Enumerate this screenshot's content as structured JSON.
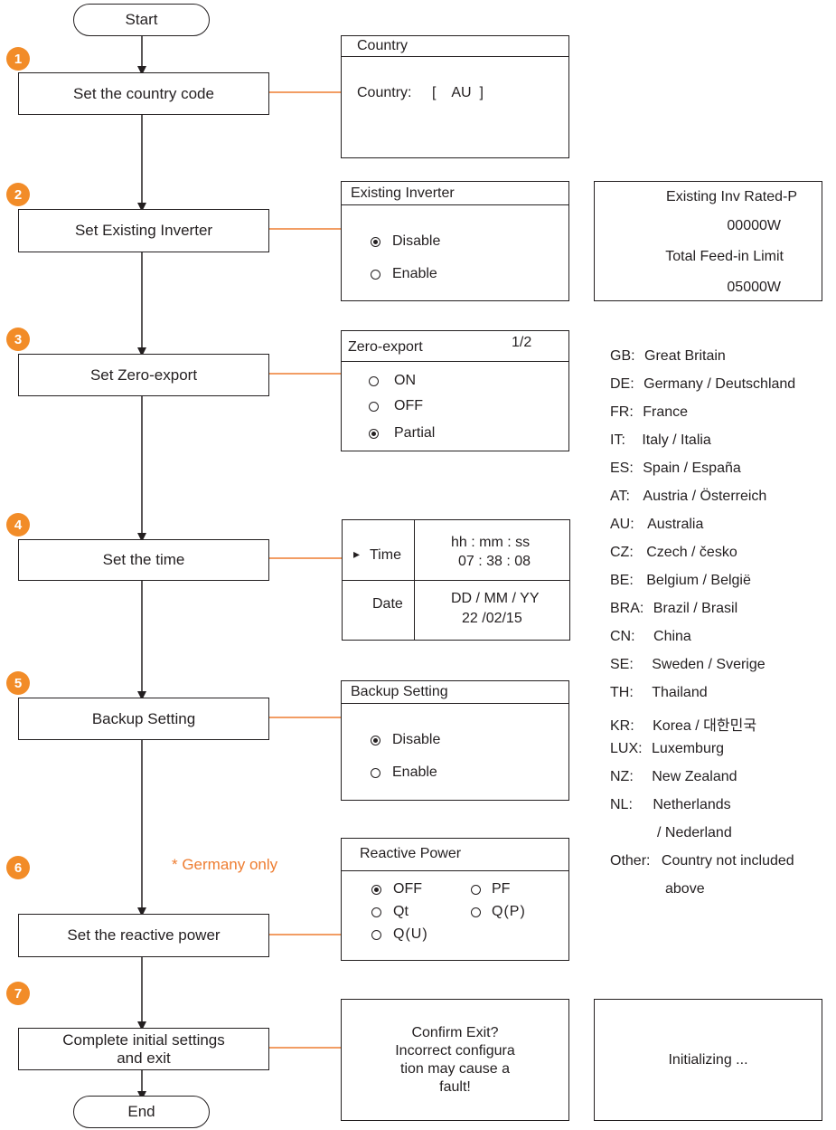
{
  "start_label": "Start",
  "end_label": "End",
  "steps": [
    {
      "num": "1",
      "label": "Set the country code"
    },
    {
      "num": "2",
      "label": "Set Existing Inverter"
    },
    {
      "num": "3",
      "label": "Set Zero-export"
    },
    {
      "num": "4",
      "label": "Set the time"
    },
    {
      "num": "5",
      "label": "Backup Setting"
    },
    {
      "num": "6",
      "label": "Set the reactive power"
    },
    {
      "num": "7",
      "label": "Complete initial settings\nand exit"
    }
  ],
  "note": "* Germany only",
  "screens": {
    "country": {
      "title": "Country",
      "label": "Country:",
      "value": "[    AU  ]"
    },
    "existing_inverter": {
      "title": "Existing Inverter",
      "opt1": "Disable",
      "opt2": "Enable"
    },
    "existing_inv_detail": {
      "line1": "Existing Inv Rated-P",
      "line2": "00000W",
      "line3": "Total Feed-in Limit",
      "line4": "05000W"
    },
    "zero_export": {
      "title": "Zero-export",
      "page": "1/2",
      "opt1": "ON",
      "opt2": "OFF",
      "opt3": "Partial"
    },
    "time": {
      "pointer": "▸",
      "time_label": "Time",
      "time_format": "hh : mm : ss",
      "time_value": "07 : 38 : 08",
      "date_label": "Date",
      "date_format": "DD / MM / YY",
      "date_value": "22 /02/15"
    },
    "backup": {
      "title": "Backup Setting",
      "opt1": "Disable",
      "opt2": "Enable"
    },
    "reactive": {
      "title": "Reactive Power",
      "opt_off": "OFF",
      "opt_pf": "PF",
      "opt_qt": "Qt",
      "opt_qp": "Q(P)",
      "opt_qu": "Q(U)"
    },
    "confirm": {
      "text": "Confirm Exit?\nIncorrect configura\n tion may cause a\nfault!"
    },
    "initializing": {
      "text": "Initializing ..."
    }
  },
  "countries": [
    {
      "code": "GB:",
      "name": "Great Britain"
    },
    {
      "code": "DE:",
      "name": "Germany / Deutschland"
    },
    {
      "code": "FR:",
      "name": "France"
    },
    {
      "code": "IT:",
      "name": "Italy / Italia"
    },
    {
      "code": "ES:",
      "name": "Spain / España"
    },
    {
      "code": "AT:",
      "name": "Austria / Österreich"
    },
    {
      "code": "AU:",
      "name": "Australia"
    },
    {
      "code": "CZ:",
      "name": "Czech / česko"
    },
    {
      "code": "BE:",
      "name": "Belgium / België"
    },
    {
      "code": "BRA:",
      "name": "Brazil / Brasil"
    },
    {
      "code": "CN:",
      "name": "China"
    },
    {
      "code": "SE:",
      "name": "Sweden / Sverige"
    },
    {
      "code": "TH:",
      "name": "Thailand"
    },
    {
      "code": "KR:",
      "name": "Korea / 대한민국"
    },
    {
      "code": "LUX:",
      "name": "Luxemburg"
    },
    {
      "code": "NZ:",
      "name": "New Zealand"
    },
    {
      "code": "NL:",
      "name": "Netherlands"
    },
    {
      "code": "",
      "name": "/ Nederland"
    },
    {
      "code": "Other:",
      "name": "Country not included"
    },
    {
      "code": "",
      "name": "above"
    }
  ],
  "colors": {
    "accent": "#f28c28",
    "connector": "#ee7d31",
    "line": "#231f20"
  }
}
